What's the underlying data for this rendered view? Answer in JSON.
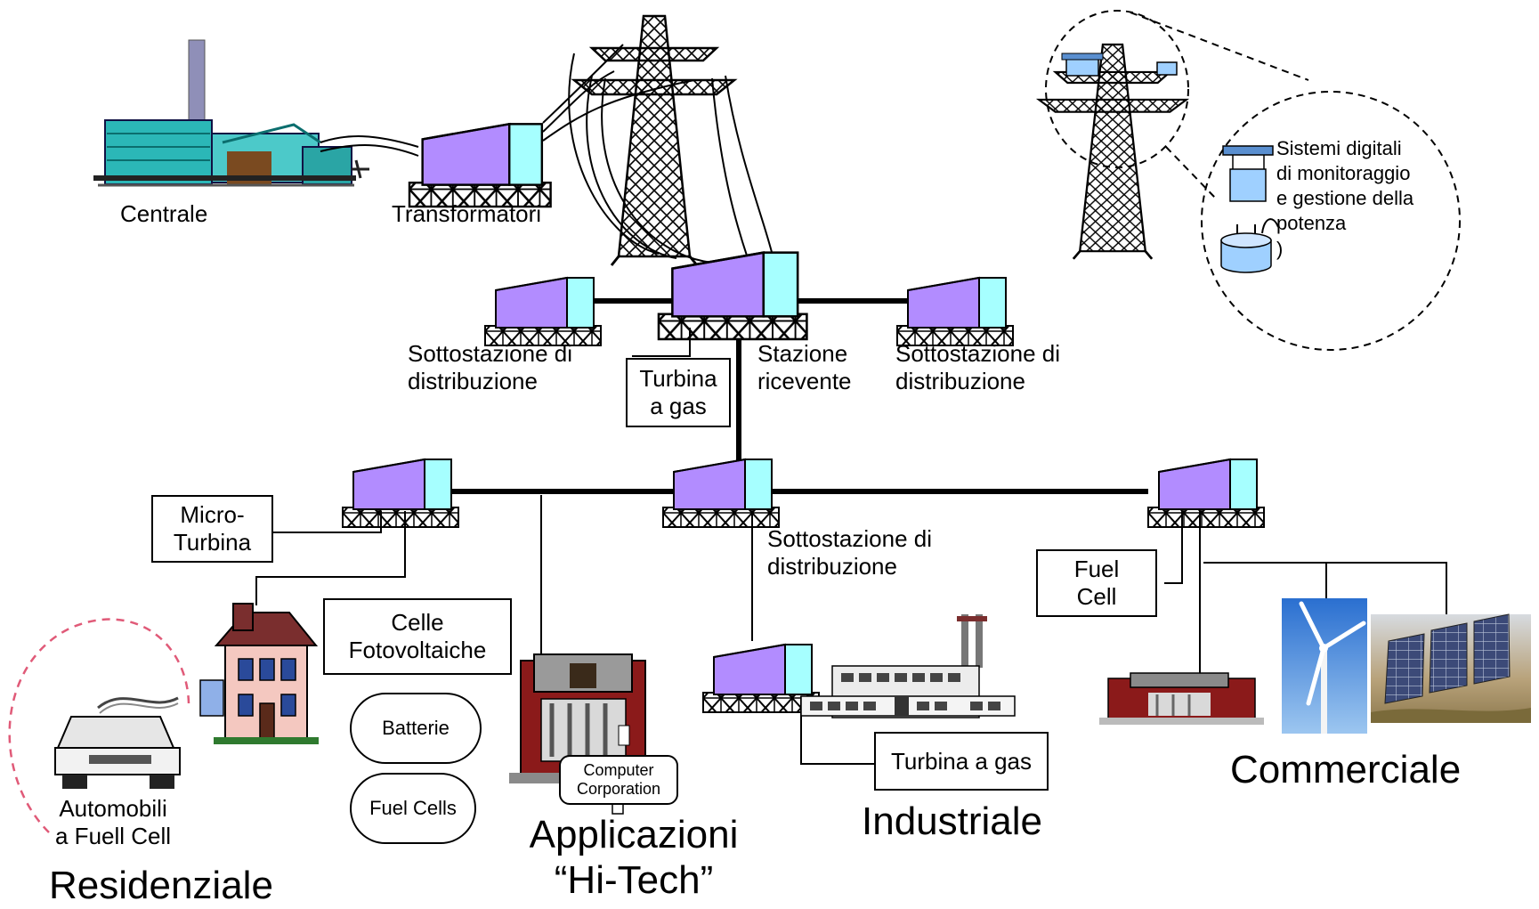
{
  "labels": {
    "centrale": "Centrale",
    "transformatori": "Transformatori",
    "sottostazione_left": [
      "Sottostazione di",
      "distribuzione"
    ],
    "stazione_ricevente": [
      "Stazione",
      "ricevente"
    ],
    "sottostazione_right": [
      "Sottostazione di",
      "distribuzione"
    ],
    "sottostazione_mid": [
      "Sottostazione di",
      "distribuzione"
    ],
    "digital_systems": [
      "Sistemi digitali",
      "di monitoraggio",
      "e gestione della",
      "potenza",
      ")"
    ]
  },
  "boxes": {
    "turbina_gas_top": [
      "Turbina",
      "a gas"
    ],
    "micro_turbina": [
      "Micro-",
      "Turbina"
    ],
    "celle_fotovoltaiche": [
      "Celle",
      "Fotovoltaiche"
    ],
    "fuel_cell": [
      "Fuel",
      "Cell"
    ],
    "turbina_gas_ind": "Turbina a gas",
    "computer_corp": [
      "Computer",
      "Corporation"
    ]
  },
  "ovals": {
    "batterie": "Batterie",
    "fuel_cells": "Fuel Cells"
  },
  "automobili": [
    "Automobili",
    "a Fuell Cell"
  ],
  "sectors": {
    "residenziale": "Residenziale",
    "applicazioni": [
      "Applicazioni",
      "“Hi-Tech”"
    ],
    "industriale": "Industriale",
    "commerciale": "Commerciale"
  },
  "colors": {
    "transformer_purple": "#b28cff",
    "transformer_cyan": "#a6ffff",
    "plant_teal": "#2bb7b7",
    "house_pink": "#f4c8c0",
    "house_roof": "#7a2e2e",
    "building_red": "#8b1a1a",
    "circle_red": "#e05a78"
  }
}
